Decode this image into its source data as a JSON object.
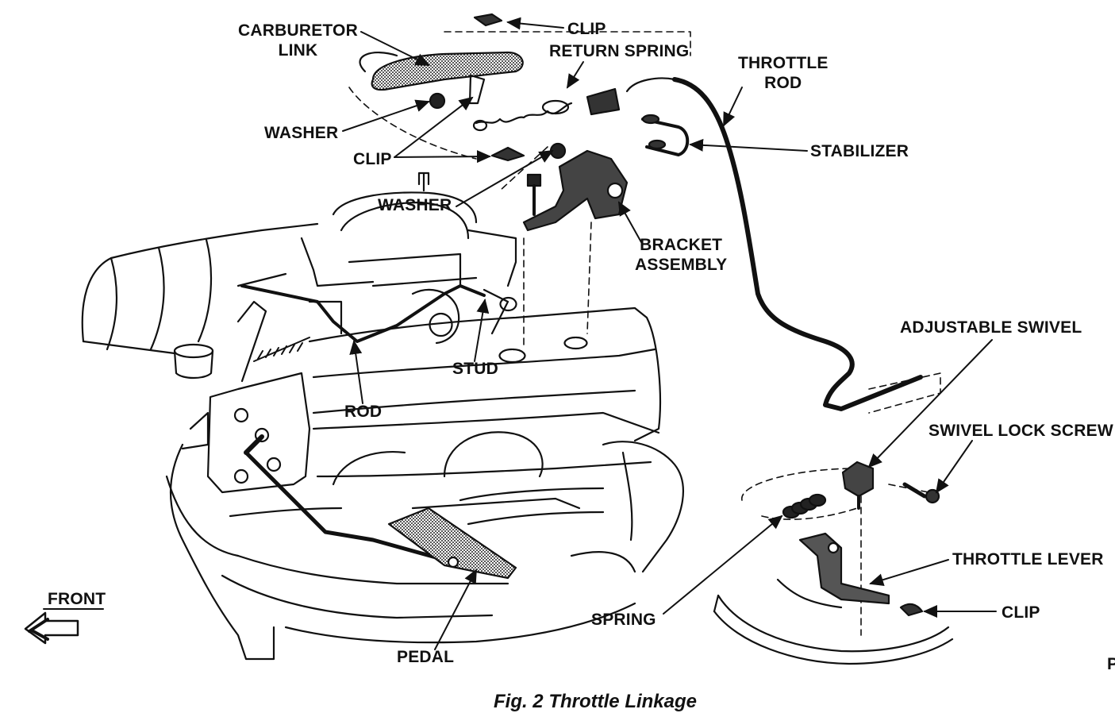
{
  "labels": {
    "carburetor_link": "CARBURETOR\nLINK",
    "clip_top": "CLIP",
    "return_spring": "RETURN SPRING",
    "throttle_rod": "THROTTLE\nROD",
    "washer_upper": "WASHER",
    "clip_middle": "CLIP",
    "stabilizer": "STABILIZER",
    "washer_lower": "WASHER",
    "bracket_assembly": "BRACKET\nASSEMBLY",
    "adjustable_swivel": "ADJUSTABLE SWIVEL",
    "stud": "STUD",
    "rod": "ROD",
    "swivel_lock_screw": "SWIVEL LOCK SCREW",
    "throttle_lever": "THROTTLE LEVER",
    "spring": "SPRING",
    "clip_bottom": "CLIP",
    "pedal": "PEDAL",
    "front": "FRONT",
    "edge_mark": "P"
  },
  "caption": "Fig. 2 Throttle Linkage",
  "colors": {
    "ink": "#111111",
    "paper": "#ffffff",
    "shade": "#444444"
  }
}
